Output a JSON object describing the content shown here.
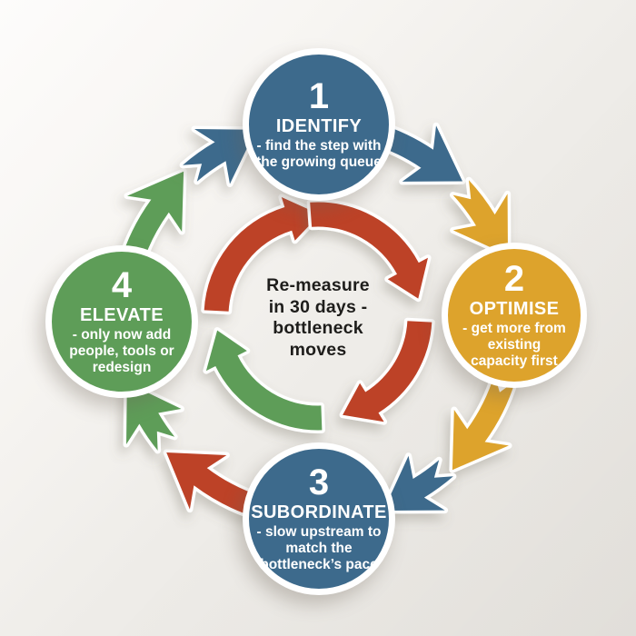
{
  "colors": {
    "blue": "#3d6a8c",
    "yellow": "#dda32c",
    "green": "#5e9d58",
    "red": "#bd4227",
    "background_light": "#fdfcfb",
    "background_dark": "#e9e6e1",
    "circle_border": "#ffffff",
    "step_text": "#ffffff",
    "center_text": "#1e1d1b"
  },
  "center_message": {
    "lines": [
      "Re-measure",
      "in 30 days -",
      "bottleneck",
      "moves"
    ]
  },
  "steps": [
    {
      "number": "1",
      "title": "IDENTIFY",
      "description": "- find the step with the growing queue",
      "color": "blue",
      "position": "top"
    },
    {
      "number": "2",
      "title": "OPTIMISE",
      "description": "- get more from existing capacity first",
      "color": "yellow",
      "position": "right"
    },
    {
      "number": "3",
      "title": "SUBORDINATE",
      "description": "- slow upstream to match the bottleneck’s pace",
      "color": "blue",
      "position": "bottom"
    },
    {
      "number": "4",
      "title": "ELEVATE",
      "description": "- only now add people, tools or redesign",
      "color": "green",
      "position": "left"
    }
  ],
  "connectors": [
    {
      "from": "1",
      "to": "2",
      "arrow_colors": [
        "blue",
        "yellow"
      ]
    },
    {
      "from": "2",
      "to": "3",
      "arrow_colors": [
        "yellow",
        "blue"
      ]
    },
    {
      "from": "3",
      "to": "4",
      "arrow_colors": [
        "red",
        "green"
      ]
    },
    {
      "from": "4",
      "to": "1",
      "arrow_colors": [
        "green",
        "blue"
      ]
    }
  ],
  "center_ring": {
    "direction": "clockwise",
    "segment_colors": [
      "red",
      "red",
      "red",
      "green"
    ]
  }
}
